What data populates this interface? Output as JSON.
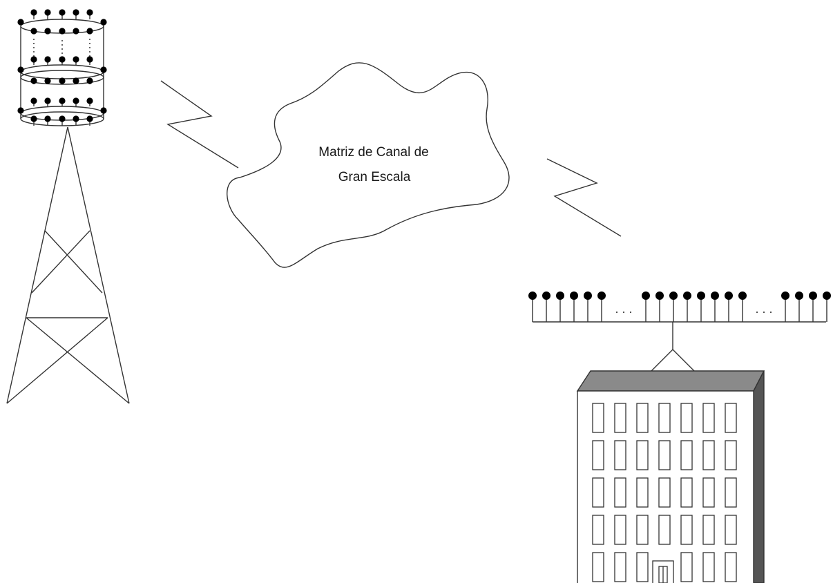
{
  "cloud": {
    "label_line1": "Matriz de Canal de",
    "label_line2": "Gran Escala"
  },
  "colors": {
    "stroke": "#333333",
    "antenna_head": "#000000",
    "building_roof": "#8a8a8a",
    "building_side": "#555555"
  },
  "building": {
    "window_rows": 5,
    "window_cols": 7
  }
}
